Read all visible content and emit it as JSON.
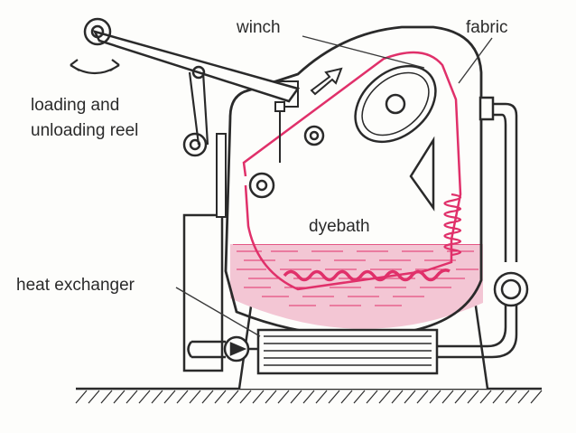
{
  "labels": {
    "winch": "winch",
    "fabric": "fabric",
    "loading_line1": "loading and",
    "loading_line2": "unloading reel",
    "dyebath": "dyebath",
    "heat_exchanger": "heat exchanger"
  },
  "colors": {
    "ink": "#2a2a2a",
    "fabric": "#e0306a",
    "dyebath": "#f3c6d4"
  }
}
